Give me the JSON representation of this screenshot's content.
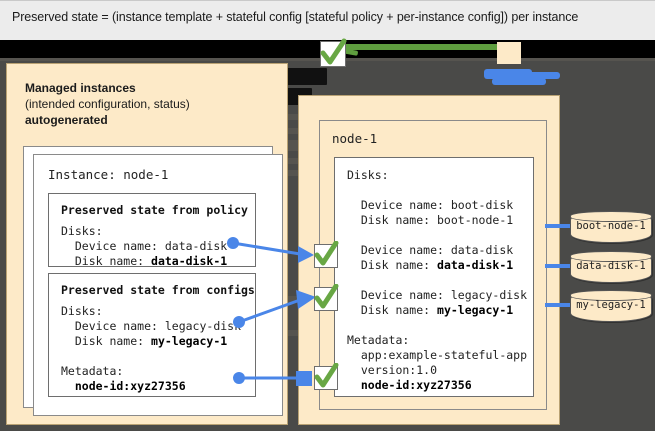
{
  "caption": {
    "text": "Preserved state = (instance template + stateful config [stateful policy + per-instance config]) per instance"
  },
  "left_panel": {
    "title_line1": "Managed instances",
    "title_line2": "(intended configuration, status)",
    "title_line3": "autogenerated",
    "instance_label": "Instance: node-1",
    "policy_box": {
      "header": "Preserved state from policy",
      "line1": "Disks:",
      "line2": "  Device name: data-disk",
      "line3_prefix": "  Disk name: ",
      "line3_value": "data-disk-1"
    },
    "configs_box": {
      "header": "Preserved state from configs",
      "line1": "Disks:",
      "line2": "  Device name: legacy-disk",
      "line3_prefix": "  Disk name: ",
      "line3_value": "my-legacy-1",
      "line4": "",
      "line5": "Metadata:",
      "line6_value": "  node-id:xyz27356"
    }
  },
  "right_panel": {
    "node_label": "node-1",
    "disks_header": "Disks:",
    "boot_device": "  Device name: boot-disk",
    "boot_disk": "  Disk name: boot-node-1",
    "data_device": "  Device name: data-disk",
    "data_disk_prefix": "  Disk name: ",
    "data_disk_value": "data-disk-1",
    "legacy_device": "  Device name: legacy-disk",
    "legacy_disk_prefix": "  Disk name: ",
    "legacy_disk_value": "my-legacy-1",
    "metadata_header": "Metadata:",
    "metadata_app": "  app:example-stateful-app",
    "metadata_version": "  version:1.0",
    "metadata_nodeid": "  node-id:xyz27356"
  },
  "disks": [
    {
      "label": "boot-node-1"
    },
    {
      "label": "data-disk-1"
    },
    {
      "label": "my-legacy-1"
    }
  ],
  "icons": {
    "check": "check-mark-icon"
  },
  "colors": {
    "panel_fill": "#fdeac8",
    "panel_border": "#b9a274",
    "connector_blue": "#4a86e8",
    "check_green": "#68a744",
    "highlight_green": "#5f9e3f",
    "page_dark": "#4a4a48",
    "caption_bg": "#ececec"
  }
}
